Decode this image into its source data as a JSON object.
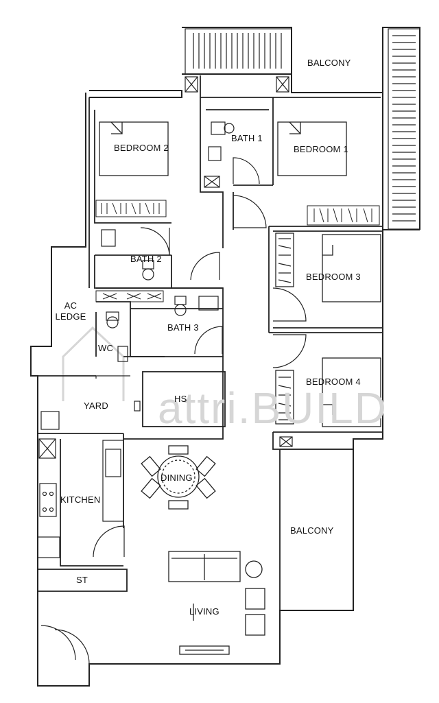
{
  "rooms": {
    "balcony_top": "BALCONY",
    "bedroom_1": "BEDROOM 1",
    "bedroom_2": "BEDROOM 2",
    "bedroom_3": "BEDROOM 3",
    "bedroom_4": "BEDROOM 4",
    "bath_1": "BATH 1",
    "bath_2": "BATH 2",
    "bath_3": "BATH 3",
    "ac_ledge": "AC\nLEDGE",
    "wc": "WC",
    "yard": "YARD",
    "hs": "HS",
    "dining": "DINING",
    "kitchen": "KITCHEN",
    "balcony_right": "BALCONY",
    "st": "ST",
    "living": "LIVING"
  },
  "watermark": "attri.BUILD",
  "colors": {
    "wall": "#222222",
    "watermark": "#d6d6d6",
    "background": "#ffffff"
  }
}
